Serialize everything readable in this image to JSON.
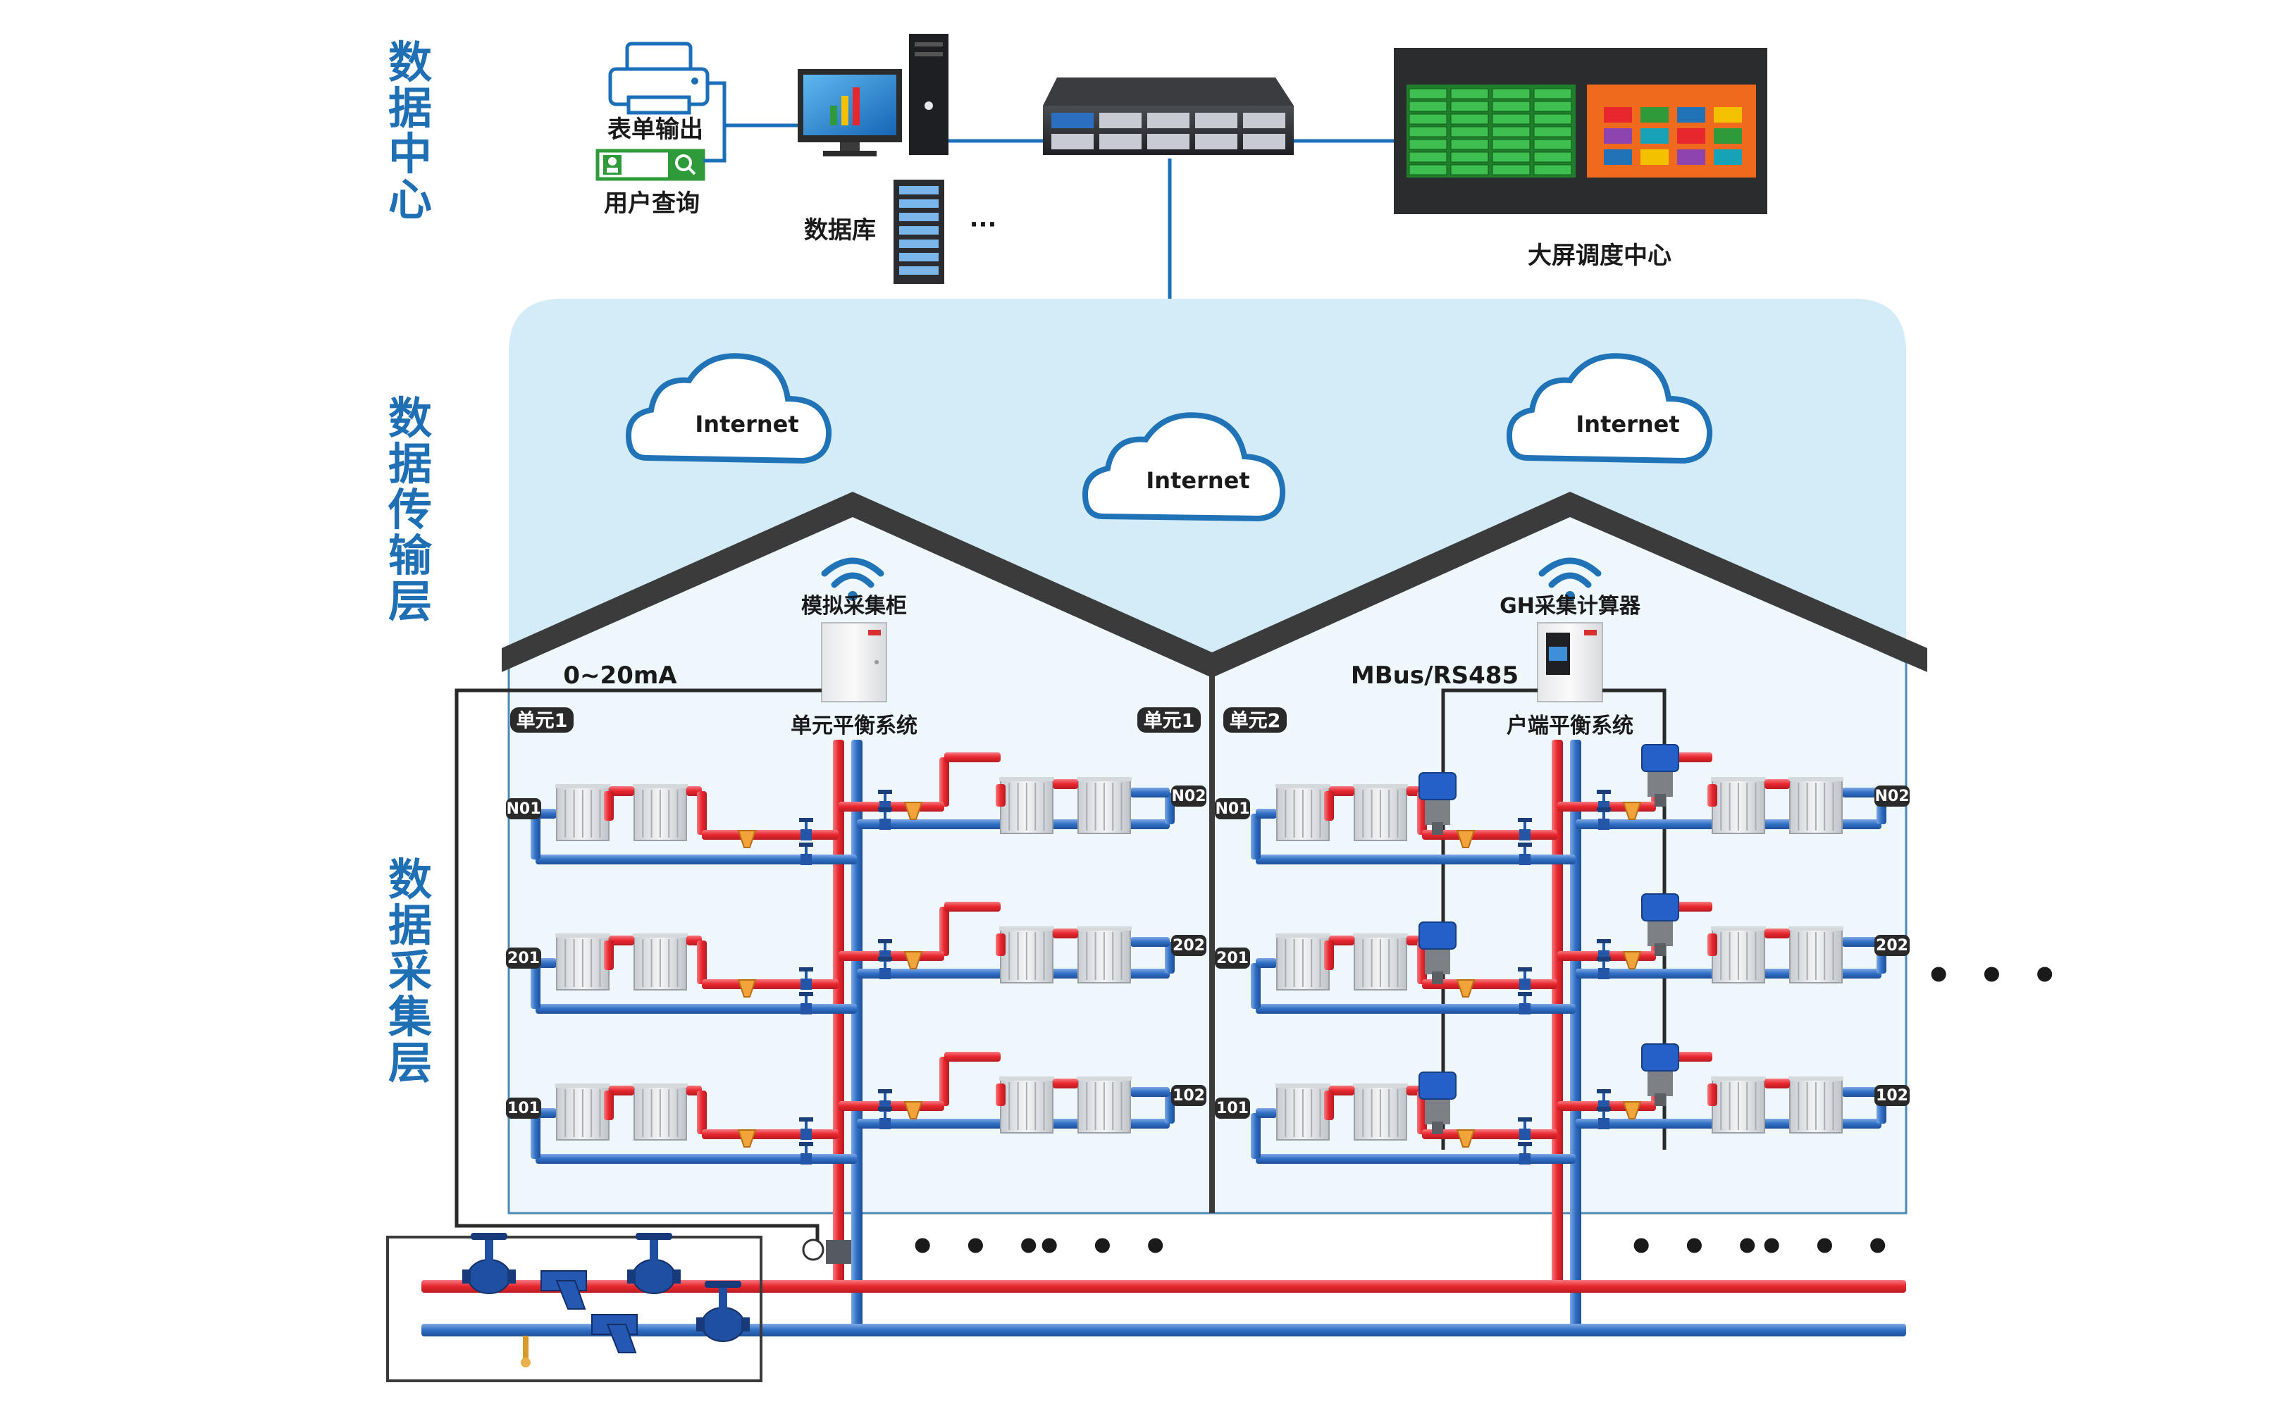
{
  "layers": {
    "data_center": "数据中心",
    "transmission": "数据传输层",
    "collection": "数据采集层"
  },
  "data_center": {
    "form_output": "表单输出",
    "user_query": "用户查询",
    "database": "数据库",
    "ellipsis": "···",
    "big_screen": "大屏调度中心"
  },
  "clouds": [
    "Internet",
    "Internet",
    "Internet"
  ],
  "devices": {
    "analog_cabinet": "模拟采集柜",
    "gh_computer": "GH采集计算器"
  },
  "signals": {
    "left": "0~20mA",
    "right": "MBus/RS485"
  },
  "systems": {
    "unit_balance": "单元平衡系统",
    "household_balance": "户端平衡系统"
  },
  "unit_labels": {
    "left_a": "单元1",
    "left_b": "单元1",
    "right": "单元2"
  },
  "room_tags": {
    "b1_left": [
      "N01",
      "201",
      "101"
    ],
    "b1_right": [
      "N02",
      "202",
      "102"
    ],
    "b2_left": [
      "N01",
      "201",
      "101"
    ],
    "b2_right": [
      "N02",
      "202",
      "102"
    ]
  },
  "more": "• • •",
  "colors": {
    "layer_text": "#1f6fb5",
    "supply_pipe": "#e8262e",
    "return_pipe": "#2f6fc4",
    "sky": "#d3ecf8",
    "roof": "#3b3b3b",
    "cloud_stroke": "#2173b8",
    "monitor_green": "#2e9a3a",
    "monitor_orange": "#f06a1d"
  },
  "icons": [
    "printer-icon",
    "form-search-icon",
    "desktop-computer-icon",
    "database-server-icon",
    "rack-server-icon",
    "big-screen-icon",
    "wifi-icon",
    "cabinet-icon",
    "calculator-icon",
    "radiator-icon",
    "valve-icon",
    "actuator-valve-icon",
    "filter-icon"
  ]
}
